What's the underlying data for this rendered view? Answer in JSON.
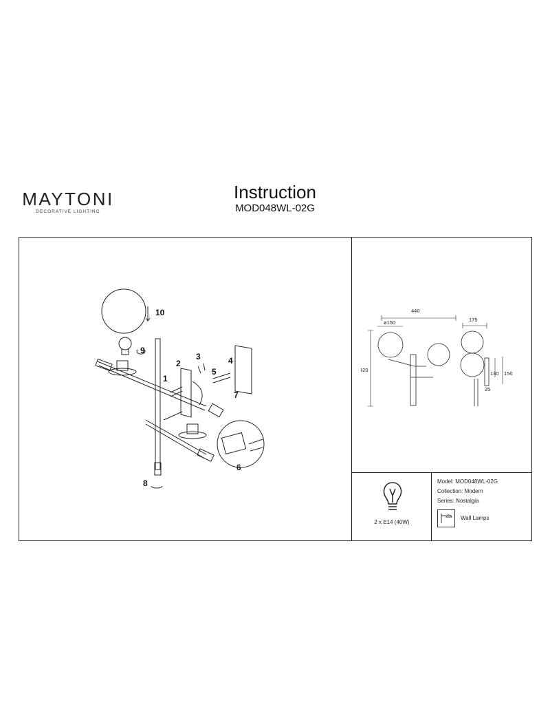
{
  "brand": {
    "name": "MAYTONI",
    "tagline": "DECORATIVE LIGHTING"
  },
  "header": {
    "title": "Instruction",
    "model": "MOD048WL-02G"
  },
  "assembly": {
    "steps": [
      "1",
      "2",
      "3",
      "4",
      "5",
      "6",
      "7",
      "8",
      "9",
      "10"
    ]
  },
  "dimensions": {
    "width": "440",
    "diameter": "ø150",
    "depth": "175",
    "height": "420",
    "plate_h1": "130",
    "plate_h2": "150",
    "plate_w": "25"
  },
  "specs": {
    "model": "Model: MOD048WL-02G",
    "collection": "Collection: Modern",
    "series": "Series: Nostalgia",
    "category": "Wall Lamps",
    "bulb": "2 x E14 (40W)"
  },
  "icons": {
    "bulb": "light-bulb-icon",
    "category": "wall-lamp-icon"
  }
}
